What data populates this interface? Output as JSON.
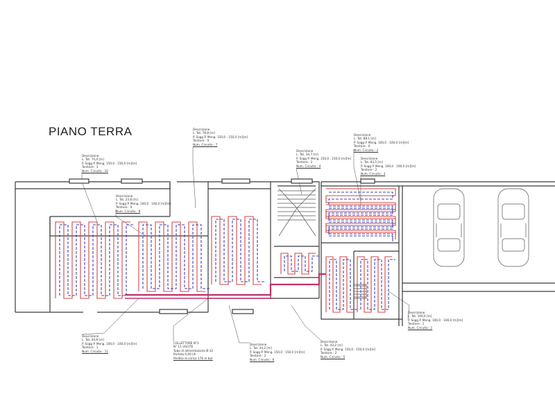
{
  "drawing": {
    "title": "PIANO TERRA",
    "colors": {
      "walls": "#3a3a3a",
      "supply_pipe": "#d64545",
      "return_pipe": "#3a45b8",
      "collector_hatch": "#c0306a",
      "paper": "#ffffff"
    },
    "circuit_notes": [
      {
        "id": "c7",
        "lines": [
          "Descrizione",
          "L. Tot. 76,8 [m]",
          "P. Sogg P. Meng. 150,0 : 150,0 [m][m]",
          "Tenitore : 0",
          "Num. Circuito : 7"
        ]
      },
      {
        "id": "c10",
        "lines": [
          "Descrizione",
          "L. Tot. 74,4 [m]",
          "P. Sogg P. Meng. 150,0 : 150,0 [m][m]",
          "Tenitore : 1",
          "Num. Circuito : 10"
        ]
      },
      {
        "id": "c8",
        "lines": [
          "Descrizione",
          "L. Tot. 23,8 [m]",
          "P. Sogg P. Meng. 100,0 : 100,0 [m][m]",
          "Tenitore : 0",
          "Num. Circuito : 8"
        ]
      },
      {
        "id": "c4",
        "lines": [
          "Descrizione",
          "L. Tot. 34,7 [m]",
          "P. Sogg P. Meng. 150,0 : 150,0 [m][m]",
          "Tenitore : 2",
          "Num. Circuito : 4"
        ]
      },
      {
        "id": "c2",
        "lines": [
          "Descrizione",
          "L. Tot. 88,1 [m]",
          "P. Sogg P. Meng. 100,0 : 100,0 [m][m]",
          "Tenitore : 0",
          "Num. Circuito : 2"
        ]
      },
      {
        "id": "c3",
        "lines": [
          "Descrizione",
          "L. Tot. 83,5 [m]",
          "P. Sogg P. Meng. 100,0 : 100,0 [m][m]",
          "Tenitore : 2",
          "Num. Circuito : 3"
        ]
      },
      {
        "id": "c11",
        "lines": [
          "Descrizione",
          "L. Tot. 44,8 [m]",
          "P. Sogg P. Meng. 100,0 : 100,0 [m][m]",
          "Tenitore : 1",
          "Num. Circuito : 11"
        ]
      },
      {
        "id": "coll",
        "lines": [
          "COLLETTORE N°2",
          "N° 11 USCITE",
          "Tubo di alimentazione Ø 32",
          "Portata 0,00 l/h",
          "Perdita di carico 176 m bar"
        ]
      },
      {
        "id": "c6",
        "lines": [
          "Descrizione",
          "L. Tot. 34,2 [m]",
          "P. Sogg P. Meng. 150,0 : 150,0 [m][m]",
          "Tenitore : 2",
          "Num. Circuito : 6"
        ]
      },
      {
        "id": "c5",
        "lines": [
          "Descrizione",
          "L. Tot. 43,2 [m]",
          "P. Sogg P. Meng. 150,0 : 150,0 [m][m]",
          "Tenitore : 2",
          "Num. Circuito : 5"
        ]
      },
      {
        "id": "c1",
        "lines": [
          "Descrizione",
          "L. Tot. 100,6 [m]",
          "P. Sogg P. Meng. 100,0 : 100,0 [m][m]",
          "Tenitore : 1",
          "Num. Circuito : 1"
        ]
      }
    ]
  }
}
